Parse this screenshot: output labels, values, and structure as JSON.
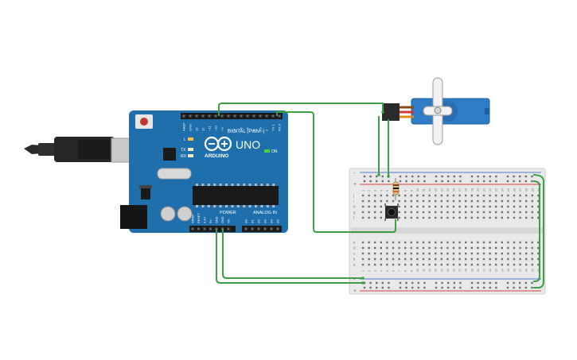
{
  "arduino": {
    "brand_text": "ARDUINO",
    "model_text": "UNO",
    "on_label": "ON",
    "header_title": "DIGITAL (PWM~)",
    "led_l": "L",
    "led_tx": "TX",
    "led_rx": "RX",
    "power_label": "POWER",
    "analog_label": "ANALOG IN",
    "digital_pins": [
      "AREF",
      "GND",
      "13",
      "12",
      "~11",
      "~10",
      "~9",
      "8",
      "7",
      "~6",
      "~5",
      "4",
      "~3",
      "2",
      "TX 1",
      "RX 0"
    ],
    "power_pins": [
      "IOREF",
      "RESET",
      "3.3V",
      "5V",
      "GND",
      "GND",
      "Vin"
    ],
    "analog_pins": [
      "A0",
      "A1",
      "A2",
      "A3",
      "A4",
      "A5"
    ]
  },
  "breadboard": {
    "row_letters_top": [
      "j",
      "i",
      "h",
      "g",
      "f"
    ],
    "row_letters_bottom": [
      "e",
      "d",
      "c",
      "b",
      "a"
    ],
    "column_numbers": [
      "1",
      "2",
      "3",
      "4",
      "5",
      "6",
      "7",
      "8",
      "9",
      "10",
      "11",
      "12",
      "13",
      "14",
      "15",
      "16",
      "17",
      "18",
      "19",
      "20",
      "21",
      "22",
      "23",
      "24",
      "25",
      "26",
      "27",
      "28",
      "29",
      "30"
    ],
    "rail_plus": "+",
    "rail_minus": "-"
  },
  "colors": {
    "board_blue": "#1f6fad",
    "wire_green": "#3aa043",
    "rail_red": "#d23a3a",
    "servo_blue": "#2e7cc6"
  }
}
